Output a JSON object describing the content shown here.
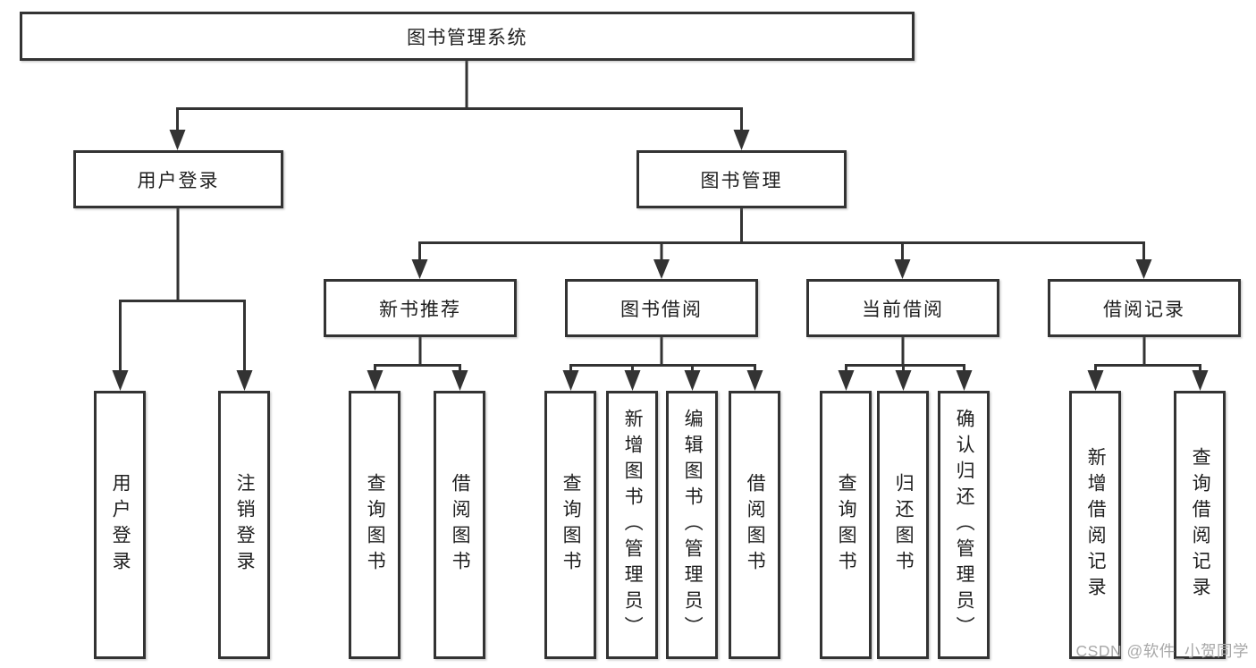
{
  "tree": {
    "root": {
      "label": "图书管理系统"
    },
    "branches": [
      {
        "label": "用户登录",
        "children": [
          {
            "label": "用户登录"
          },
          {
            "label": "注销登录"
          }
        ]
      },
      {
        "label": "图书管理",
        "sections": [
          {
            "label": "新书推荐",
            "children": [
              {
                "label": "查询图书"
              },
              {
                "label": "借阅图书"
              }
            ]
          },
          {
            "label": "图书借阅",
            "children": [
              {
                "label": "查询图书"
              },
              {
                "label": "新增图书（管理员）"
              },
              {
                "label": "编辑图书（管理员）"
              },
              {
                "label": "借阅图书"
              }
            ]
          },
          {
            "label": "当前借阅",
            "children": [
              {
                "label": "查询图书"
              },
              {
                "label": "归还图书"
              },
              {
                "label": "确认归还（管理员）"
              }
            ]
          },
          {
            "label": "借阅记录",
            "children": [
              {
                "label": "新增借阅记录"
              },
              {
                "label": "查询借阅记录"
              }
            ]
          }
        ]
      }
    ]
  },
  "watermark": {
    "text": "CSDN @软件_小贺同学"
  },
  "colors": {
    "line": "#333333",
    "text": "#1f1f1f",
    "watermark": "#a8a8a8",
    "background": "#ffffff"
  }
}
